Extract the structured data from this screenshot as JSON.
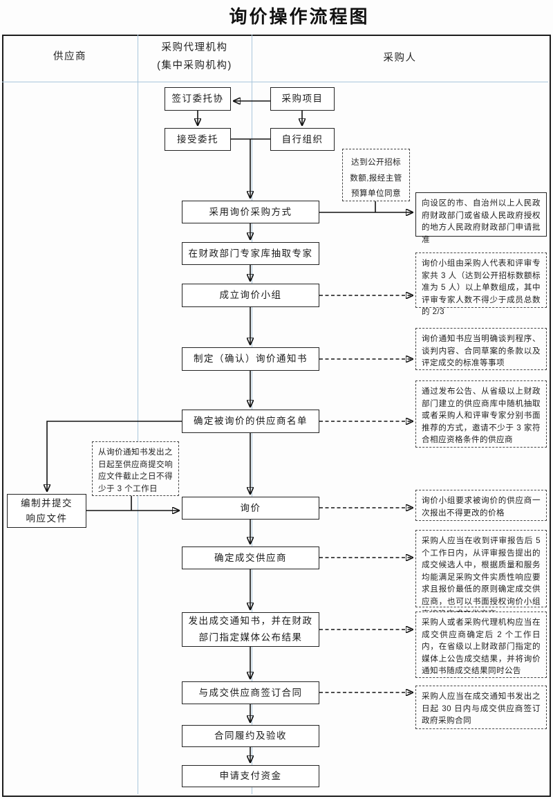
{
  "title": "询价操作流程图",
  "columns": {
    "supplier": "供应商",
    "agency_line1": "采购代理机构",
    "agency_line2": "(集中采购机构)",
    "purchaser": "采购人"
  },
  "nodes": {
    "sign_agreement": "签订委托协",
    "purchase_project": "采购项目",
    "accept_entrust": "接受委托",
    "self_organize": "自行组织",
    "adopt_inquiry": "采用询价采购方式",
    "extract_experts": "在财政部门专家库抽取专家",
    "form_team": "成立询价小组",
    "make_notice": "制定（确认）询价通知书",
    "determine_list": "确定被询价的供应商名单",
    "prepare_response_line1": "编制并提交",
    "prepare_response_line2": "响应文件",
    "inquiry": "询价",
    "determine_supplier": "确定成交供应商",
    "issue_notice": "发出成交通知书，并在财政部门指定媒体公布结果",
    "sign_contract": "与成交供应商签订合同",
    "perform_contract": "合同履约及验收",
    "apply_payment": "申请支付资金"
  },
  "annotations": {
    "reach_threshold": "达到公开招标数额,报经主管预算单位同意",
    "apply_approval": "向设区的市、自治州以上人民政府财政部门或省级人民政府授权的地方人民政府财政部门申请批准",
    "team_composition": "询价小组由采购人代表和评审专家共 3 人（达到公开招标数额标准为 5 人）以上单数组成，其中评审专家人数不得少于成员总数的 2/3",
    "notice_content": "询价通知书应当明确谈判程序、谈判内容、合同草案的条款以及评定成交的标准等事项",
    "selection_method": "通过发布公告、从省级以上财政部门建立的供应商库中随机抽取或者采购人和评审专家分别书面推荐的方式，邀请不少于 3 家符合相应资格条件的供应商",
    "response_deadline": "从询价通知书发出之日起至供应商提交响应文件截止之日不得少于 3 个工作日",
    "one_time_quote": "询价小组要求被询价的供应商一次报出不得更改的价格",
    "determine_rule": "采购人应当在收到评审报告后 5 个工作日内，从评审报告提出的成交候选人中，根据质量和服务均能满足采购文件实质性响应要求且报价最低的原则确定成交供应商，也可以书面授权询价小组直接确定成交供应商",
    "announce_rule": "采购人或者采购代理机构应当在成交供应商确定后 2 个工作日内，在省级以上财政部门指定的媒体上公告成交结果，并将询价通知书随成交结果同时公告",
    "contract_rule": "采购人应当在成交通知书发出之日起 30 日内与成交供应商签订政府采购合同"
  },
  "colors": {
    "divider": "#a9c6dc",
    "line": "#111111",
    "border": "#222222"
  }
}
